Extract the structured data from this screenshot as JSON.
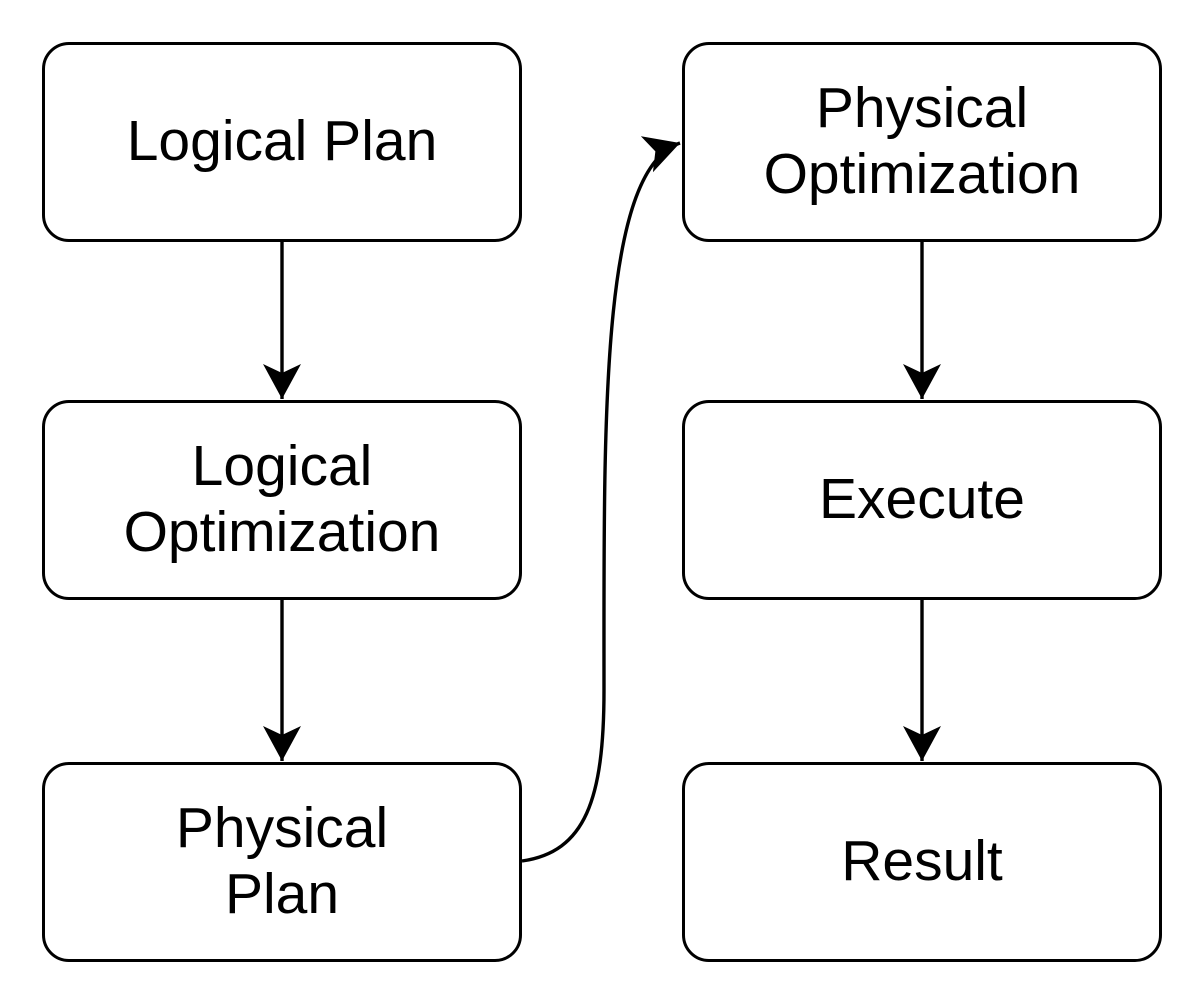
{
  "diagram": {
    "type": "flowchart",
    "background_color": "#ffffff",
    "node_fill_color": "#ffffff",
    "node_border_color": "#000000",
    "text_color": "#000000",
    "arrow_color": "#000000",
    "nodes": [
      {
        "id": "logical-plan",
        "label": "Logical Plan"
      },
      {
        "id": "logical-optimization",
        "label": "Logical\nOptimization"
      },
      {
        "id": "physical-plan",
        "label": "Physical\nPlan"
      },
      {
        "id": "physical-optimization",
        "label": "Physical\nOptimization"
      },
      {
        "id": "execute",
        "label": "Execute"
      },
      {
        "id": "result",
        "label": "Result"
      }
    ],
    "edges": [
      {
        "from": "Logical Plan",
        "to": "Logical Optimization",
        "style": "straight-down-arrow"
      },
      {
        "from": "Logical Optimization",
        "to": "Physical Plan",
        "style": "straight-down-arrow"
      },
      {
        "from": "Physical Plan",
        "to": "Physical Optimization",
        "style": "s-curve-right-arrow"
      },
      {
        "from": "Physical Optimization",
        "to": "Execute",
        "style": "straight-down-arrow"
      },
      {
        "from": "Execute",
        "to": "Result",
        "style": "straight-down-arrow"
      }
    ]
  }
}
